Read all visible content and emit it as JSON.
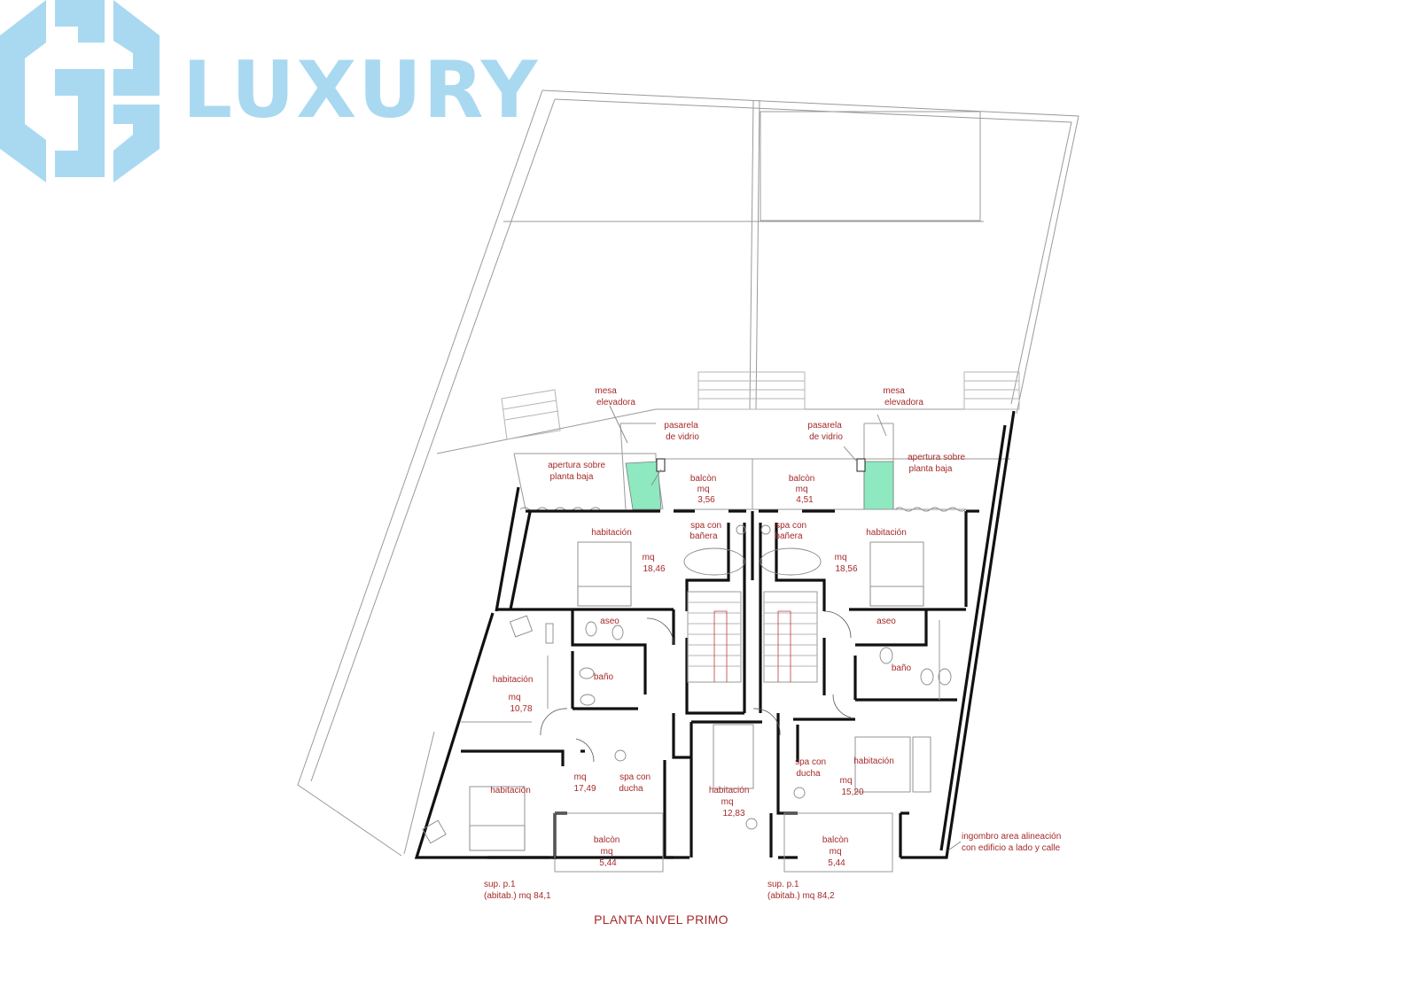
{
  "brand": {
    "logo_letters": "GS",
    "name": "LUXURY",
    "color": "#a9d9f0"
  },
  "plan": {
    "title": "PLANTA NIVEL PRIMO",
    "label_color": "#a52a2a",
    "glass_color": "#8ee8c0",
    "labels": {
      "mesa_left": [
        "mesa",
        "elevadora"
      ],
      "mesa_right": [
        "mesa",
        "elevadora"
      ],
      "pasarela_left": [
        "pasarela",
        "de vidrio"
      ],
      "pasarela_right": [
        "pasarela",
        "de vidrio"
      ],
      "apertura_left": [
        "apertura sobre",
        "planta baja"
      ],
      "apertura_right": [
        "apertura sobre",
        "planta baja"
      ],
      "balcon_left": [
        "balcòn",
        "mq",
        "3,56"
      ],
      "balcon_right": [
        "balcòn",
        "mq",
        "4,51"
      ],
      "spa_banera_left": [
        "spa con",
        "bañera"
      ],
      "spa_banera_right": [
        "spa con",
        "bañera"
      ],
      "hab_top_left": [
        "habitación"
      ],
      "hab_top_left_mq": [
        "mq",
        "18,46"
      ],
      "hab_top_right": [
        "habitación"
      ],
      "hab_top_right_mq": [
        "mq",
        "18,56"
      ],
      "aseo_left": [
        "aseo"
      ],
      "aseo_right": [
        "aseo"
      ],
      "bano_left": [
        "baño"
      ],
      "bano_right": [
        "baño"
      ],
      "hab_mid_left": [
        "habitación",
        "mq",
        "10,78"
      ],
      "hab_bottom_left": [
        "habitación"
      ],
      "mq_bottom_left": [
        "mq",
        "17,49"
      ],
      "spa_ducha_left": [
        "spa con",
        "ducha"
      ],
      "hab_center": [
        "habitación",
        "mq",
        "12,83"
      ],
      "spa_ducha_right": [
        "spa con",
        "ducha"
      ],
      "hab_bottom_right": [
        "habitación"
      ],
      "mq_bottom_right": [
        "mq",
        "15,20"
      ],
      "balcon_bottom_left": [
        "balcòn",
        "mq",
        "5,44"
      ],
      "balcon_bottom_right": [
        "balcòn",
        "mq",
        "5,44"
      ],
      "note_right": [
        "ingombro area alineación",
        "con edificio a lado y calle"
      ],
      "sup_left": [
        "sup. p.1",
        "(abitab.) mq 84,1"
      ],
      "sup_right": [
        "sup. p.1",
        "(abitab.) mq 84,2"
      ]
    }
  }
}
